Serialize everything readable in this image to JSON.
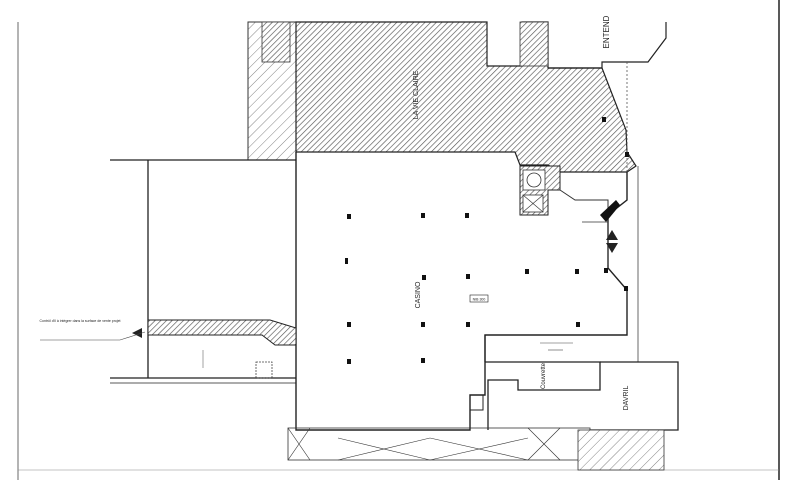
{
  "plan": {
    "units": {
      "la_vie_claire": "LA VIE CLAIRE",
      "entend": "ENTEND",
      "casino": "CASINO",
      "couvrette": "Couvrette",
      "davril": "DAVRIL"
    },
    "level_tag": "NIB 300",
    "annotation": "Contrôl d'il à intégrer dans la surface de vente projet",
    "colors": {
      "line": "#222222",
      "hatch": "#555555",
      "background": "#ffffff"
    }
  }
}
